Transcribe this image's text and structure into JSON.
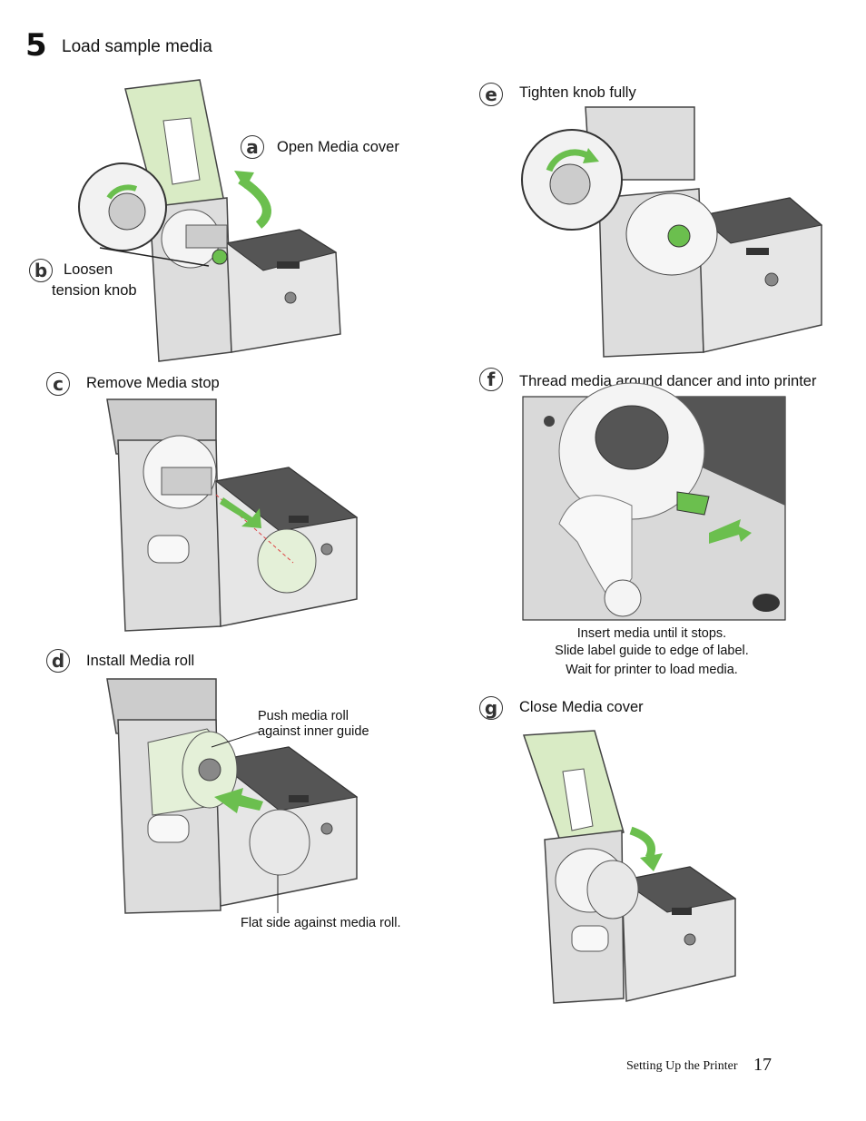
{
  "step": {
    "number": "5",
    "title": "Load sample media"
  },
  "steps": {
    "a": {
      "letter": "a",
      "label": "Open Media cover"
    },
    "b": {
      "letter": "b",
      "label_line1": "Loosen",
      "label_line2": "tension knob"
    },
    "c": {
      "letter": "c",
      "label": "Remove Media stop"
    },
    "d": {
      "letter": "d",
      "label": "Install Media roll",
      "callout_top_line1": "Push media roll",
      "callout_top_line2": "against inner guide",
      "callout_bottom": "Flat side against media roll."
    },
    "e": {
      "letter": "e",
      "label": "Tighten knob fully"
    },
    "f": {
      "letter": "f",
      "label": "Thread media around dancer and into printer",
      "note_line1": "Insert media until it stops.",
      "note_line2": "Slide label guide to edge of label.",
      "note_line3": "Wait for printer to load media."
    },
    "g": {
      "letter": "g",
      "label": "Close Media cover"
    }
  },
  "footer": {
    "section": "Setting Up the Printer",
    "page": "17"
  },
  "colors": {
    "accent_green": "#6bbf4e",
    "cover_green": "#d9ebc5",
    "printer_gray": "#d8d8d8",
    "printer_dark": "#4a4a4a"
  }
}
